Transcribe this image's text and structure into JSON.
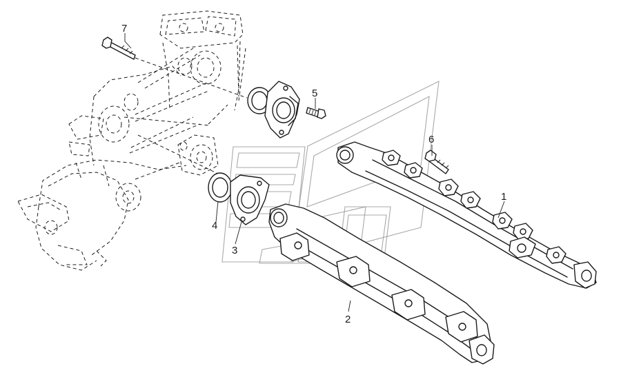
{
  "callouts": {
    "c1": "1",
    "c2": "2",
    "c3": "3",
    "c4": "4",
    "c5": "5",
    "c6": "6",
    "c7": "7"
  },
  "colors": {
    "ink": "#1a1a1a",
    "watermark": "#9a9a9a",
    "background": "#ffffff"
  }
}
